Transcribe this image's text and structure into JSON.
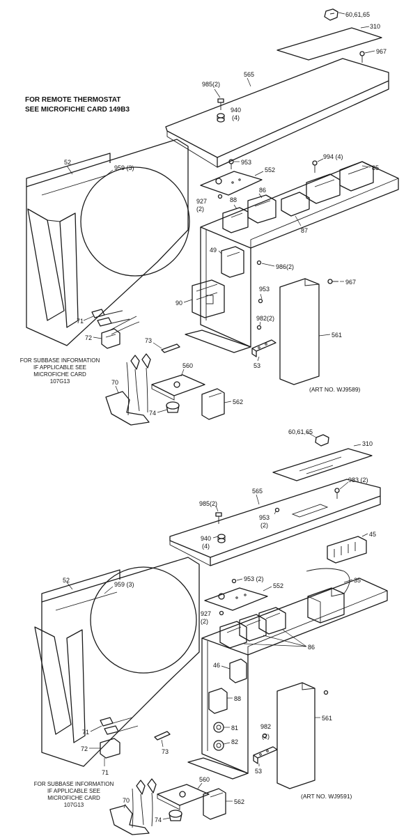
{
  "notes": {
    "remote_line1": "FOR REMOTE THERMOSTAT",
    "remote_line2": "SEE MICROFICHE CARD 149B3",
    "subbase_top_1": "FOR SUBBASE INFORMATION",
    "subbase_top_2": "IF APPLICABLE SEE",
    "subbase_top_3": "MICROFICHE CARD",
    "subbase_top_4": "107G13",
    "subbase_bot_1": "FOR SUBBASE INFORMATION",
    "subbase_bot_2": "IF APPLICABLE SEE",
    "subbase_bot_3": "MICROFICHE CARD",
    "subbase_bot_4": "107G13",
    "art_top": "(ART NO. WJ9589)",
    "art_bottom": "(ART NO. WJ9591)"
  },
  "top": {
    "p606165": "60,61,65",
    "p310": "310",
    "p967a": "967",
    "p565": "565",
    "p985": "985(2)",
    "p940": "940",
    "p940q": "(4)",
    "p52": "52",
    "p959": "959 (3)",
    "p953a": "953",
    "p552": "552",
    "p994": "994 (4)",
    "p85": "85",
    "p927": "927",
    "p927q": "(2)",
    "p88": "88",
    "p86": "86",
    "p87": "87",
    "p49": "49",
    "p986": "986(2)",
    "p967b": "967",
    "p953b": "953",
    "p90": "90",
    "p982": "982(2)",
    "p71": "71",
    "p72": "72",
    "p73": "73",
    "p53": "53",
    "p561": "561",
    "p560": "560",
    "p70": "70",
    "p562": "562",
    "p74": "74"
  },
  "bottom": {
    "p606165": "60,61,65",
    "p310": "310",
    "p983": "983 (2)",
    "p565": "565",
    "p985": "985(2)",
    "p953a": "953",
    "p953aq": "(2)",
    "p940": "940",
    "p940q": "(4)",
    "p45": "45",
    "p52": "52",
    "p959": "959 (3)",
    "p953b": "953 (2)",
    "p552": "552",
    "p35": "35",
    "p927": "927",
    "p927q": "(2)",
    "p86": "86",
    "p46": "46",
    "p88": "88",
    "p561": "561",
    "p81": "81",
    "p82": "82",
    "p982": "982",
    "p982q": "(2)",
    "p71a": "71",
    "p72": "72",
    "p73": "73",
    "p53": "53",
    "p71b": "71",
    "p560": "560",
    "p70": "70",
    "p562": "562",
    "p74": "74"
  }
}
